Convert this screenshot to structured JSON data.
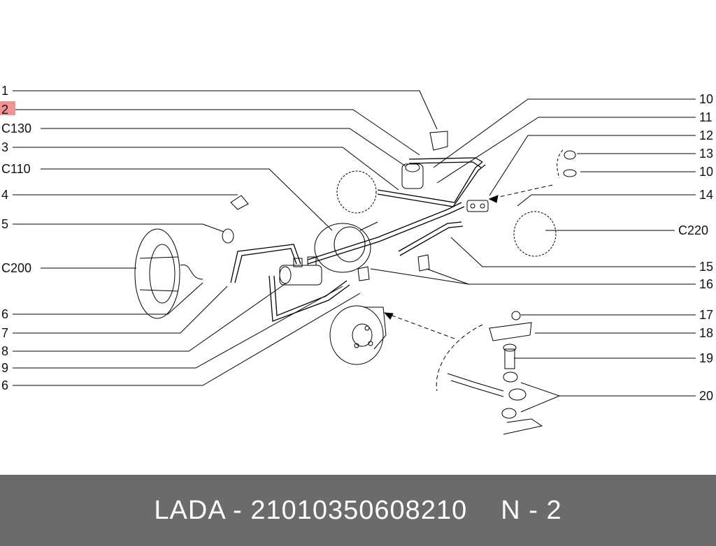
{
  "labels_left": [
    "1",
    "2",
    "C130",
    "3",
    "C110",
    "4",
    "5",
    "C200",
    "6",
    "7",
    "8",
    "9",
    "6"
  ],
  "labels_right": [
    "10",
    "11",
    "12",
    "13",
    "10",
    "14",
    "C220",
    "15",
    "16",
    "17",
    "18",
    "19",
    "20"
  ],
  "highlight_label": "2",
  "footer": {
    "brand_part": "LADA - 21010350608210",
    "ref": "N - 2"
  },
  "colors": {
    "footer_bg": "#6b6b6b",
    "highlight": "#f08080",
    "line": "#000000"
  }
}
